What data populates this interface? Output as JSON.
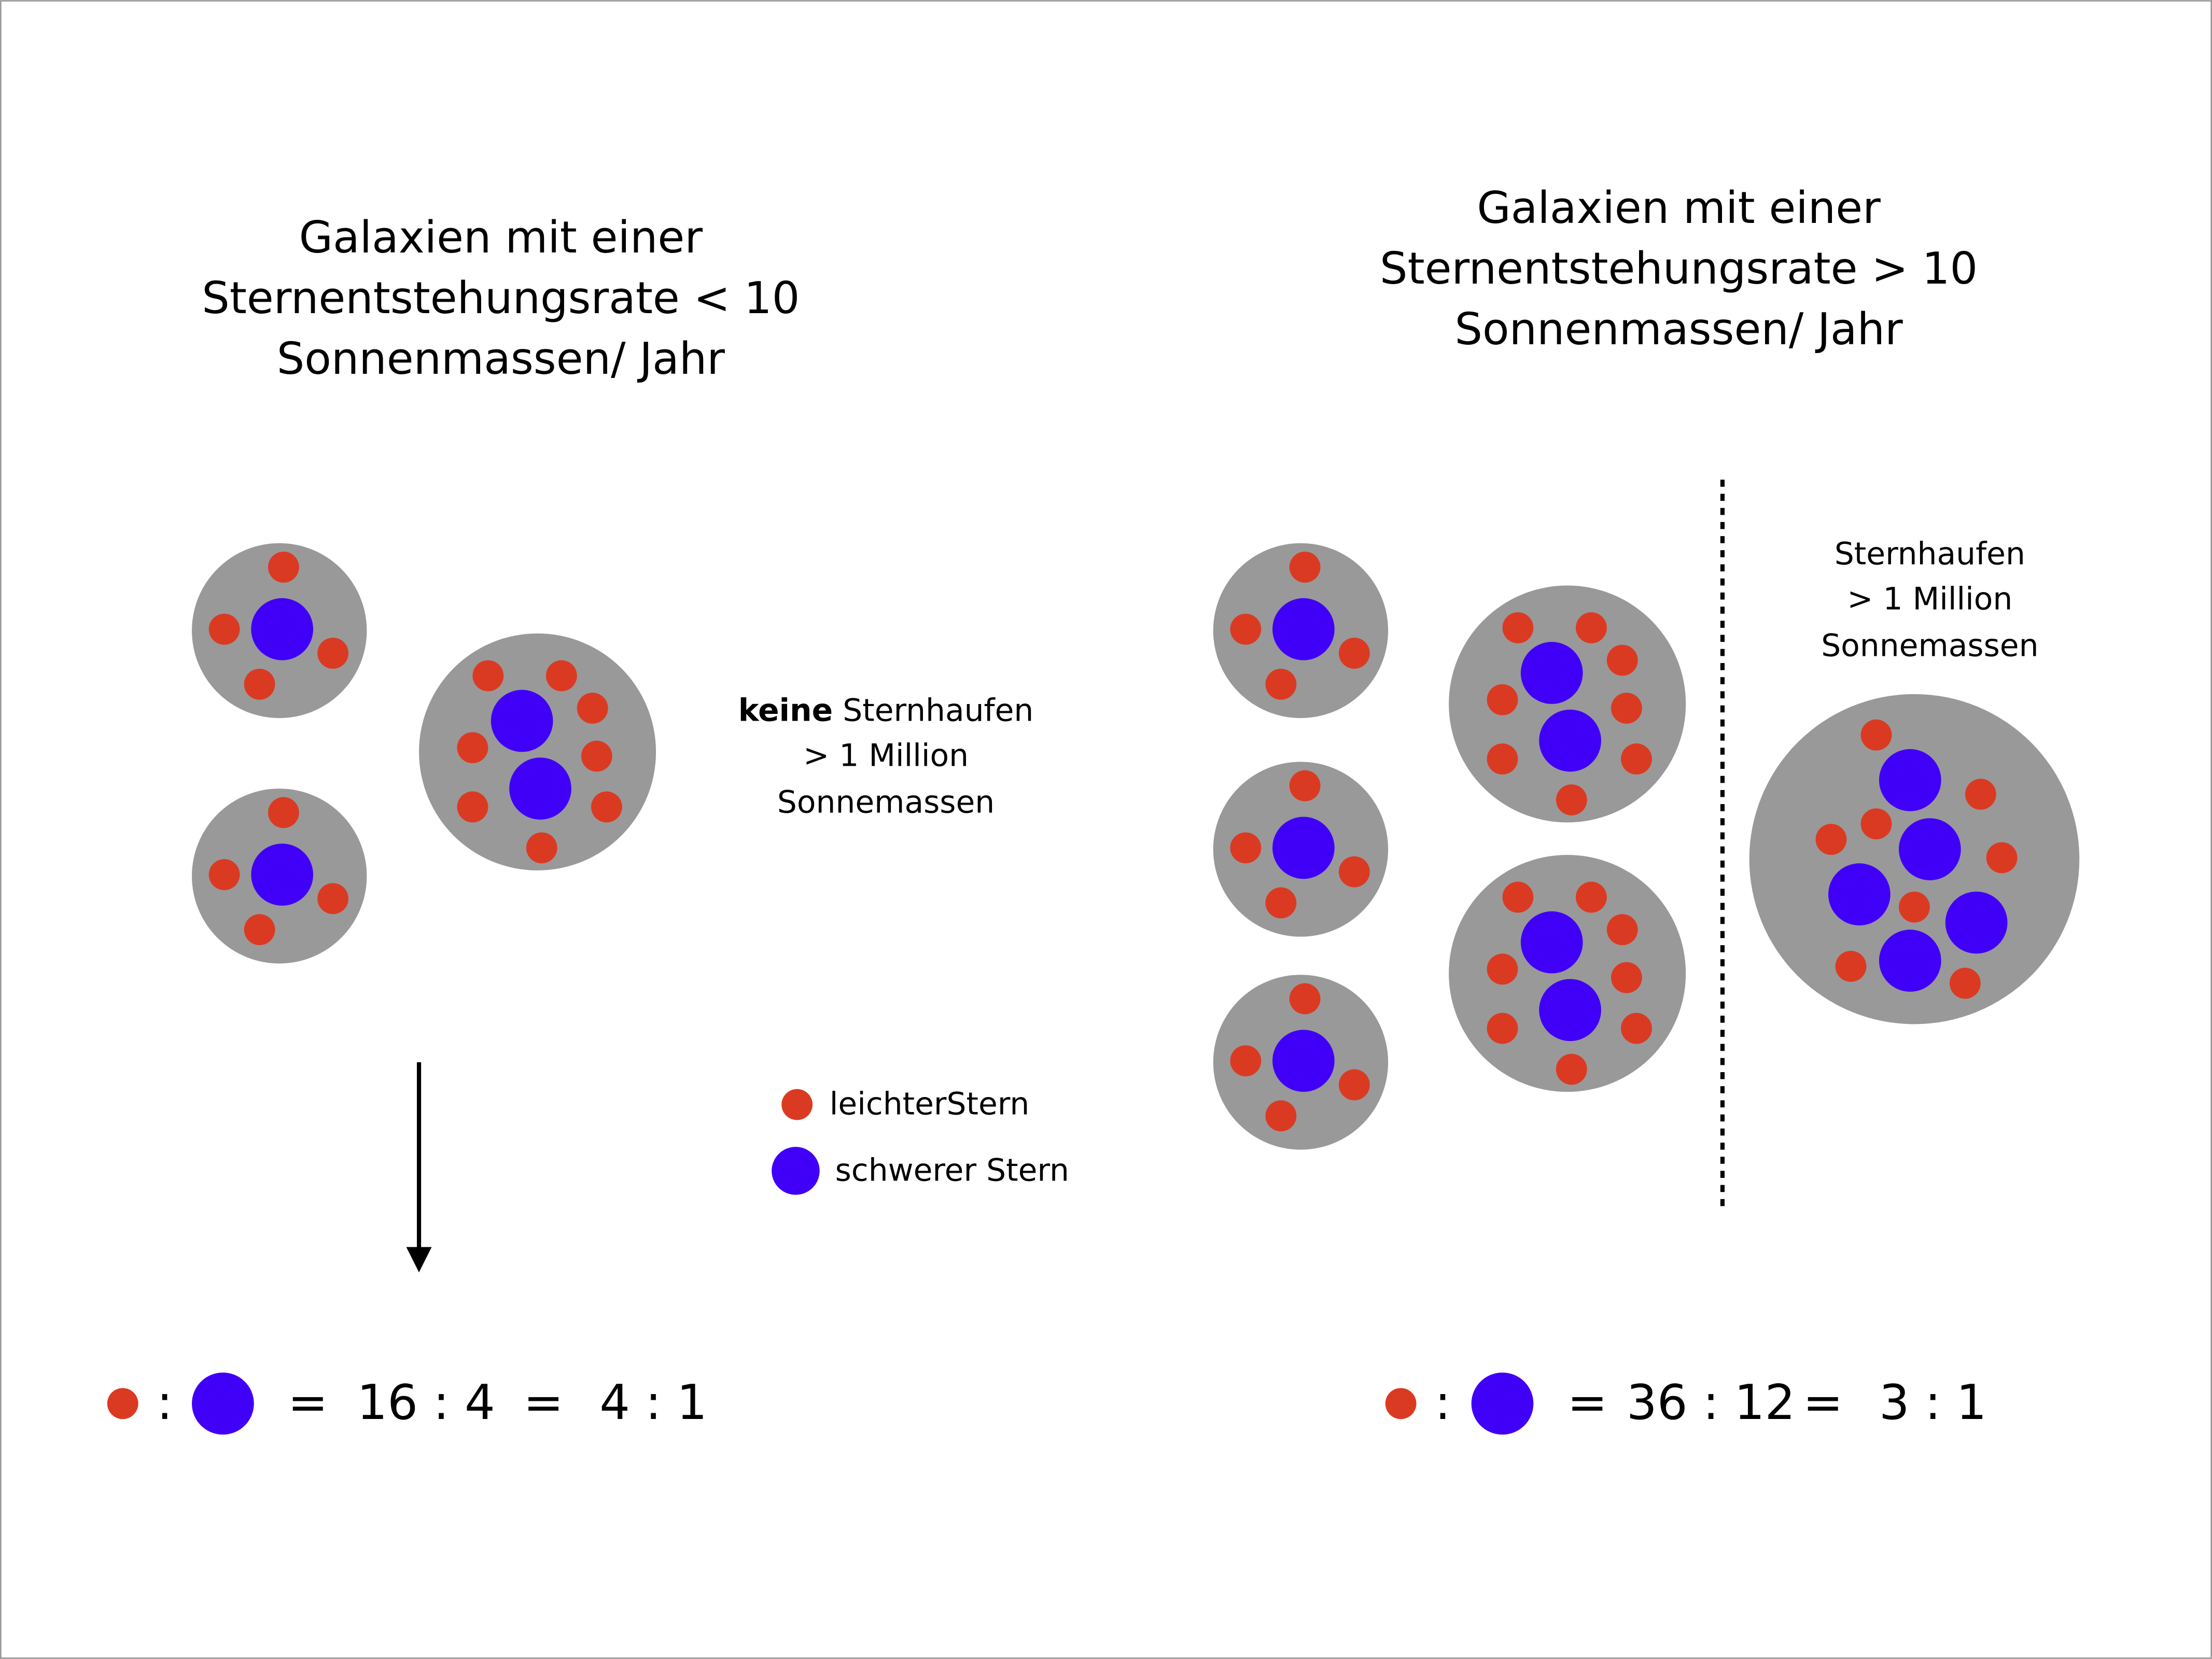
{
  "colors": {
    "cluster": "#999999",
    "light_star": "#DB3A22",
    "heavy_star": "#4000F8",
    "background": "#FFFFFF"
  },
  "left": {
    "title_lines": [
      "Galaxien mit einer",
      "Sternentstehungsrate < 10",
      "Sonnenmassen/ Jahr"
    ],
    "note": {
      "bold": "keine",
      "rest": " Sternhaufen",
      "line2": "> 1 Million",
      "line3": "Sonnemassen"
    },
    "ratio": {
      "colon": ":",
      "eq1": "=",
      "value1": "16 : 4",
      "eq2": "=",
      "value2": "4 : 1"
    }
  },
  "right": {
    "title_lines": [
      "Galaxien mit einer",
      "Sternentstehungsrate > 10",
      "Sonnenmassen/ Jahr"
    ],
    "note": {
      "line1": "Sternhaufen",
      "line2": "> 1 Million",
      "line3": "Sonnemassen"
    },
    "ratio": {
      "colon": ":",
      "eq1": "=",
      "value1": "36 : 12",
      "eq2": "=",
      "value2": "3 : 1"
    }
  },
  "legend": {
    "light": "leichterStern",
    "heavy": "schwerer Stern"
  }
}
